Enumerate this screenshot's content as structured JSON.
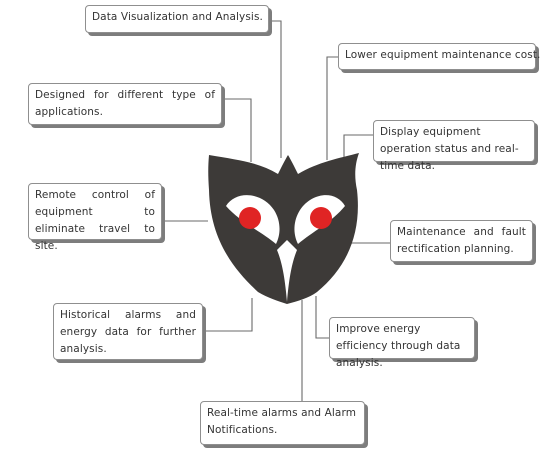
{
  "colors": {
    "owl_body": "#3d3a38",
    "owl_eye_ring": "#ffffff",
    "owl_pupil": "#e02424",
    "connector": "#6a6a6a",
    "box_border": "#8f8f8f",
    "box_shadow": "#7d7d7d"
  },
  "icons": {
    "center": "owl-icon"
  },
  "boxes": {
    "data_visualization": "Data Visualization and Analysis.",
    "designed_for": "Designed for different type of applications.",
    "remote_control": "Remote control of equipment to eliminate travel to site.",
    "historical_alarms": "Historical alarms and energy data for further analysis.",
    "realtime_alarms": "Real-time alarms and Alarm Notifications.",
    "lower_cost": "Lower equipment maintenance cost.",
    "display_status": "Display equipment operation status and real-time data.",
    "maintenance": "Maintenance and fault rectification planning.",
    "improve_efficiency": "Improve energy efficiency through data analysis."
  }
}
